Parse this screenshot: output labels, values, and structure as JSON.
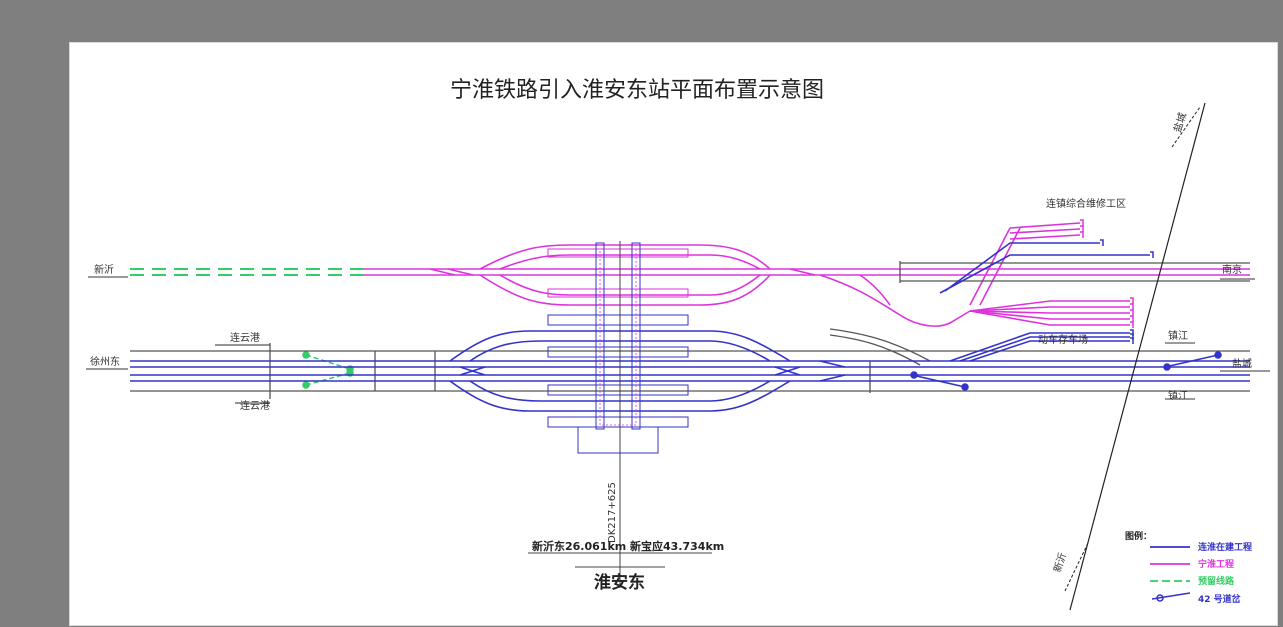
{
  "title": "宁淮铁路引入淮安东站平面布置示意图",
  "labels": {
    "xinyi": "新沂",
    "xuzhou_east": "徐州东",
    "lianyungang_top": "连云港",
    "lianyungang_bottom": "连云港",
    "nanjing": "南京",
    "zhenjiang_top": "镇江",
    "zhenjiang_bottom": "镇江",
    "yancheng": "盐城",
    "maintenance_area": "连镇综合维修工区",
    "emu_depot": "动车存车场",
    "upper_diagonal": "盐城",
    "lower_diagonal": "新沂",
    "dk_mileage": "DK217+625",
    "km_left": "新沂东26.061km",
    "km_right": "新宝应43.734km",
    "station_name": "淮安东"
  },
  "legend": {
    "heading": "图例：",
    "items": [
      {
        "label": "连淮在建工程",
        "color": "#3333cc",
        "style": "solid"
      },
      {
        "label": "宁淮工程",
        "color": "#dd33dd",
        "style": "solid"
      },
      {
        "label": "预留线路",
        "color": "#33cc66",
        "style": "dashed"
      },
      {
        "label": "42 号道岔",
        "color": "#3333cc",
        "style": "switch"
      }
    ]
  },
  "colors": {
    "blue": "#3333cc",
    "magenta": "#dd33dd",
    "green": "#33cc66",
    "gray": "#555555"
  }
}
